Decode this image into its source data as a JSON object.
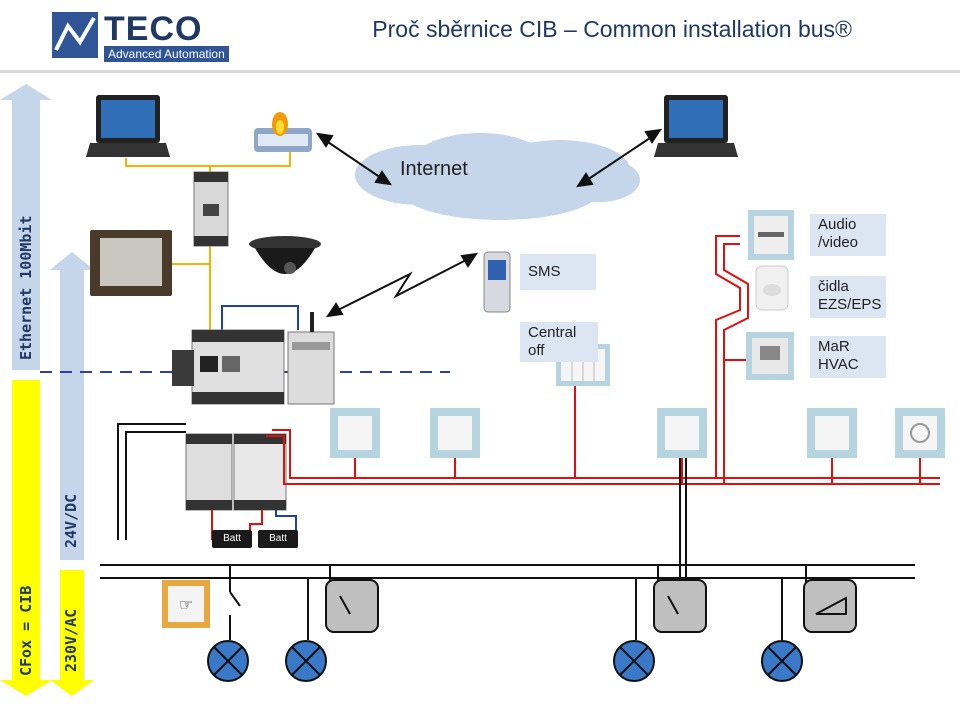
{
  "header": {
    "logo_text": "TECO",
    "logo_tagline": "Advanced Automation",
    "title": "Proč sběrnice CIB – Common installation bus®"
  },
  "side_labels": {
    "ethernet": "Ethernet 100Mbit",
    "cfox": "CFox = CIB",
    "dc": "24V/DC",
    "ac": "230V/AC"
  },
  "cloud_label": "Internet",
  "tags": {
    "sms": "SMS",
    "central_off": "Central off",
    "audio_video": "Audio /video",
    "sensors": "čidla EZS/EPS",
    "hvac": "MaR HVAC"
  },
  "battery_label": "Batt",
  "colors": {
    "title": "#1f3864",
    "ethernet_arrow": "#c5d5ea",
    "cfox_arrow": "#ffff00",
    "dc_arrow": "#c5d5ea",
    "ac_arrow": "#ffff00",
    "bus_red": "#e01010",
    "ethernet_wire": "#f2b400",
    "dashed_line": "#2f3fb0",
    "lamp": "#3a78c8"
  }
}
